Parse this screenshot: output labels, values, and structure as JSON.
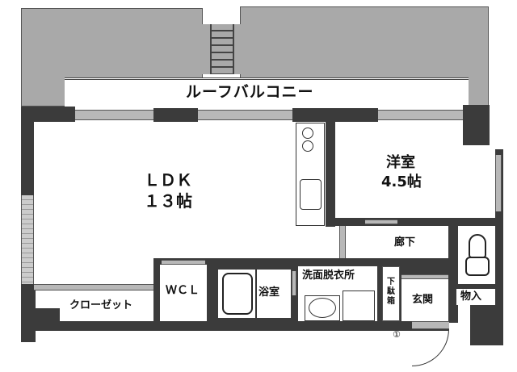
{
  "floor_plan": {
    "rooms": {
      "roof_balcony": {
        "label": "ルーフバルコニー"
      },
      "ldk": {
        "label_line1": "ＬＤＫ",
        "label_line2": "１３帖"
      },
      "western_room": {
        "label_line1": "洋室",
        "label_line2": "4.5帖"
      },
      "hallway": {
        "label": "廊下"
      },
      "wcl": {
        "label": "ＷＣＬ"
      },
      "closet": {
        "label": "クローゼット"
      },
      "bathroom": {
        "label": "浴室"
      },
      "washroom": {
        "label": "洗面脱衣所"
      },
      "shoe_box": {
        "label": "下駄箱"
      },
      "entrance": {
        "label": "玄関"
      },
      "storage": {
        "label": "物入"
      }
    },
    "markers": {
      "entrance_marker": "①"
    },
    "colors": {
      "roof": "#a9a9a9",
      "wall": "#3b3b3b",
      "window": "#b8b8b8",
      "room": "#ffffff"
    }
  }
}
